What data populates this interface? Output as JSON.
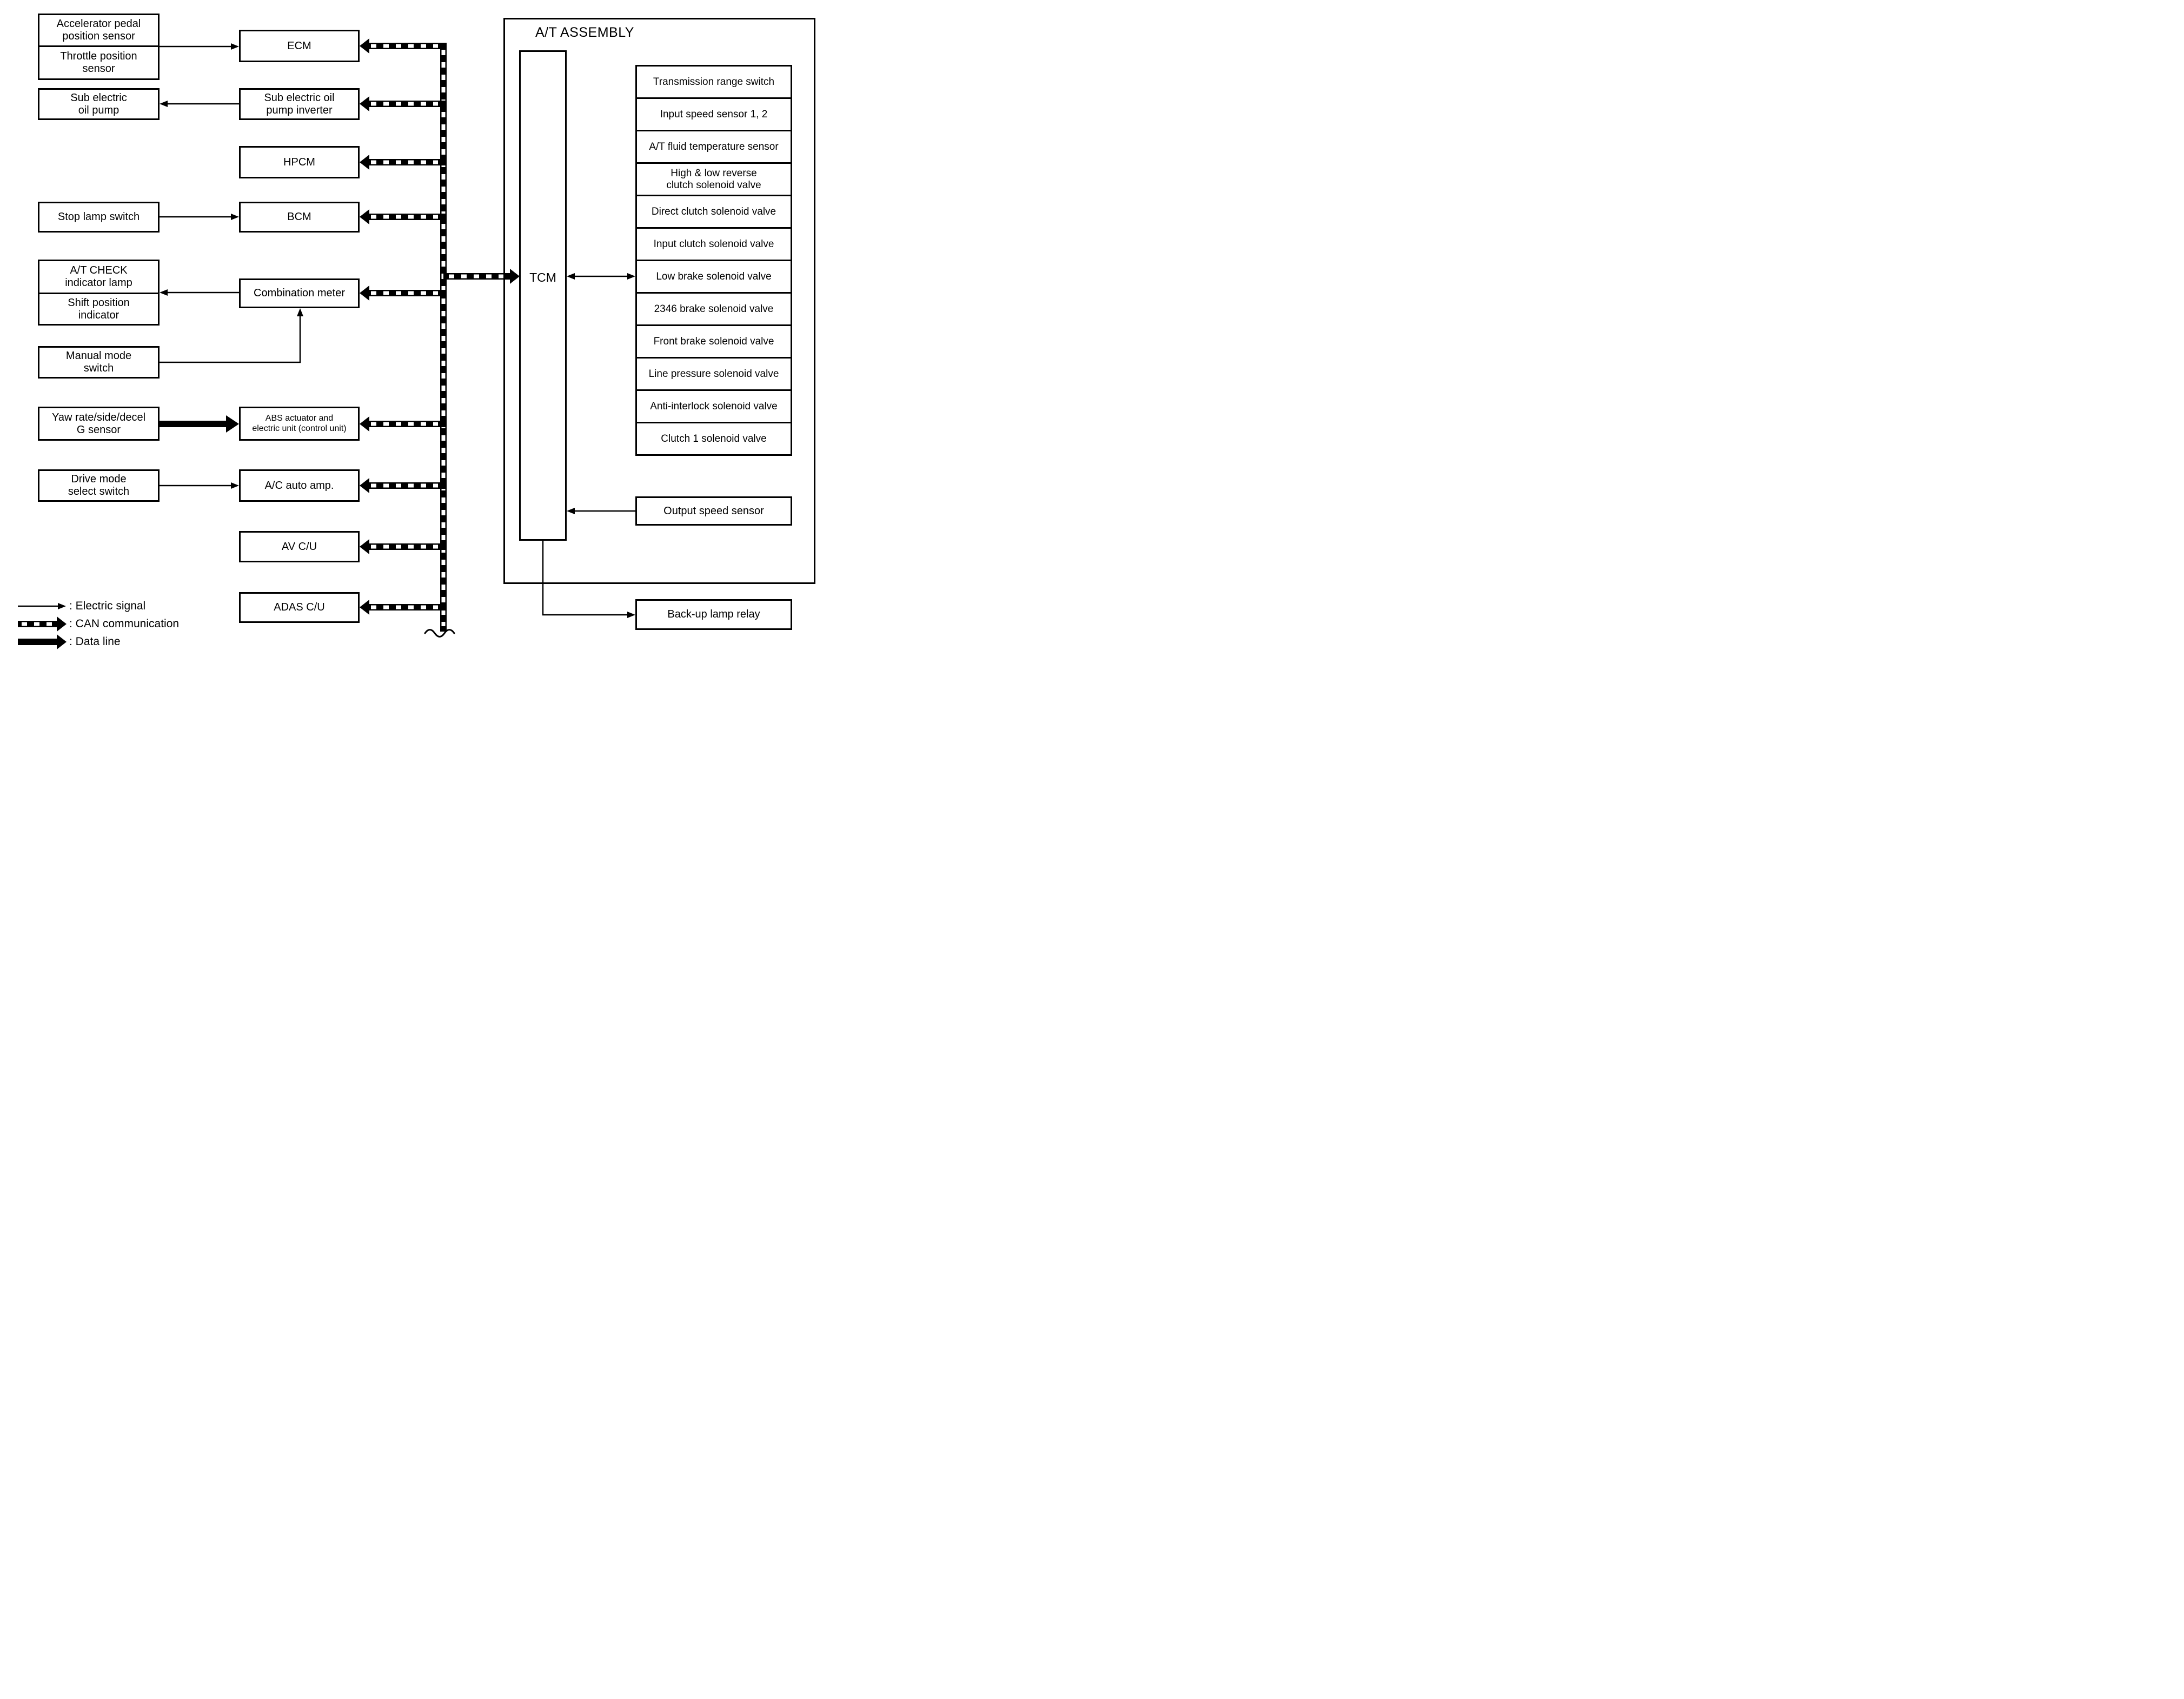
{
  "nodes": {
    "accelerator_pedal": "Accelerator pedal\nposition sensor",
    "throttle": "Throttle position\nsensor",
    "sub_electric_oil_pump": "Sub electric\noil pump",
    "stop_lamp_switch": "Stop lamp switch",
    "at_check_lamp": "A/T CHECK\nindicator lamp",
    "shift_position_indicator": "Shift position\nindicator",
    "manual_mode_switch": "Manual mode\nswitch",
    "yaw_sensor": "Yaw rate/side/decel\nG sensor",
    "drive_mode_switch": "Drive mode\nselect switch",
    "ecm": "ECM",
    "sub_pump_inverter": "Sub electric oil\npump inverter",
    "hpcm": "HPCM",
    "bcm": "BCM",
    "combination_meter": "Combination meter",
    "abs_unit": "ABS actuator and\nelectric unit (control unit)",
    "ac_auto_amp": "A/C auto amp.",
    "av_cu": "AV C/U",
    "adas_cu": "ADAS C/U",
    "backup_lamp_relay": "Back-up lamp relay"
  },
  "at_assembly": {
    "label": "A/T ASSEMBLY",
    "tcm": "TCM",
    "components": [
      "Transmission range switch",
      "Input speed sensor 1, 2",
      "A/T fluid temperature sensor",
      "High & low reverse\nclutch solenoid valve",
      "Direct clutch solenoid valve",
      "Input clutch solenoid valve",
      "Low brake solenoid valve",
      "2346 brake solenoid valve",
      "Front brake solenoid valve",
      "Line pressure solenoid valve",
      "Anti-interlock solenoid valve",
      "Clutch 1 solenoid valve"
    ],
    "output_speed_sensor": "Output speed sensor"
  },
  "legend": {
    "items": [
      {
        "symbol": "thin-arrow",
        "label": ": Electric signal"
      },
      {
        "symbol": "dashed-arrow",
        "label": ": CAN communication"
      },
      {
        "symbol": "thick-arrow",
        "label": ": Data line"
      }
    ]
  },
  "colors": {
    "line": "#000000",
    "background": "#ffffff"
  },
  "edges": [
    {
      "from": "Accelerator pedal position sensor / Throttle position sensor",
      "to": "ECM",
      "type": "electric-signal"
    },
    {
      "from": "Sub electric oil pump inverter",
      "to": "Sub electric oil pump",
      "type": "electric-signal"
    },
    {
      "from": "Stop lamp switch",
      "to": "BCM",
      "type": "electric-signal"
    },
    {
      "from": "Combination meter",
      "to": "A/T CHECK indicator lamp / Shift position indicator",
      "type": "electric-signal"
    },
    {
      "from": "Manual mode switch",
      "to": "Combination meter",
      "type": "electric-signal"
    },
    {
      "from": "Yaw rate/side/decel G sensor",
      "to": "ABS actuator and electric unit (control unit)",
      "type": "data-line"
    },
    {
      "from": "Drive mode select switch",
      "to": "A/C auto amp.",
      "type": "electric-signal"
    },
    {
      "from": "CAN bus",
      "to": "ECM",
      "type": "can"
    },
    {
      "from": "CAN bus",
      "to": "Sub electric oil pump inverter",
      "type": "can"
    },
    {
      "from": "CAN bus",
      "to": "HPCM",
      "type": "can"
    },
    {
      "from": "CAN bus",
      "to": "BCM",
      "type": "can"
    },
    {
      "from": "CAN bus",
      "to": "Combination meter",
      "type": "can"
    },
    {
      "from": "CAN bus",
      "to": "ABS actuator and electric unit (control unit)",
      "type": "can"
    },
    {
      "from": "CAN bus",
      "to": "A/C auto amp.",
      "type": "can"
    },
    {
      "from": "CAN bus",
      "to": "AV C/U",
      "type": "can"
    },
    {
      "from": "CAN bus",
      "to": "ADAS C/U",
      "type": "can"
    },
    {
      "from": "CAN bus",
      "to": "TCM",
      "type": "can"
    },
    {
      "from": "TCM",
      "to": "Solenoid valves / sensors in A/T assembly",
      "type": "electric-signal-bidirectional"
    },
    {
      "from": "Output speed sensor",
      "to": "TCM",
      "type": "electric-signal"
    },
    {
      "from": "TCM",
      "to": "Back-up lamp relay",
      "type": "electric-signal"
    }
  ]
}
